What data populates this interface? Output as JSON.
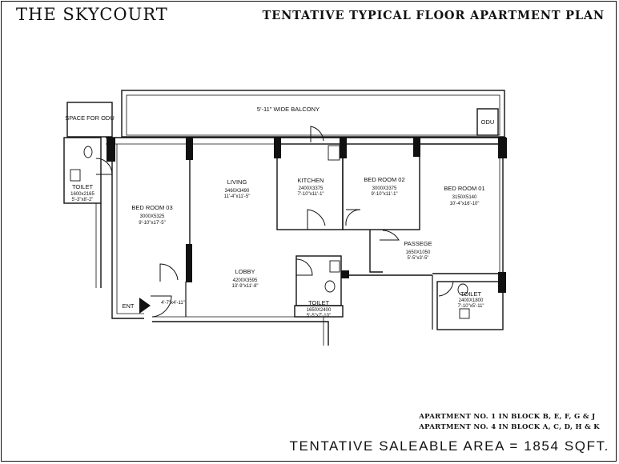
{
  "header": {
    "title": "THE SKYCOURT",
    "subtitle": "TENTATIVE TYPICAL FLOOR APARTMENT PLAN"
  },
  "plan": {
    "balcony": "5'-11\" WIDE BALCONY",
    "odu_left": "SPACE FOR ODU",
    "odu_right": "ODU",
    "entry": "ENT",
    "rooms": {
      "toilet_left": {
        "name": "TOILET",
        "dim_mm": "1600x2165",
        "dim_ft": "5'-3\"x8'-2\""
      },
      "bedroom_03": {
        "name": "BED ROOM 03",
        "dim_mm": "3000X5325",
        "dim_ft": "9'-10\"x17'-5\""
      },
      "living": {
        "name": "LIVING",
        "dim_mm": "3460X3490",
        "dim_ft": "11'-4\"x11'-5\""
      },
      "kitchen": {
        "name": "KITCHEN",
        "dim_mm": "2400X3375",
        "dim_ft": "7'-10\"x11'-1\""
      },
      "bedroom_02": {
        "name": "BED ROOM 02",
        "dim_mm": "3000X3375",
        "dim_ft": "9'-10\"x11'-1\""
      },
      "bedroom_01": {
        "name": "BED ROOM 01",
        "dim_mm": "3150X5140",
        "dim_ft": "10'-4\"x16'-10\""
      },
      "passege": {
        "name": "PASSEGE",
        "dim_mm": "1650X1050",
        "dim_ft": "5'-5\"x3'-5\""
      },
      "lobby": {
        "name": "LOBBY",
        "dim_mm": "4200X3595",
        "dim_ft": "13'-9\"x11'-8\""
      },
      "toilet_center": {
        "name": "TOILET",
        "dim_mm": "1650X2400",
        "dim_ft": "5'-5\"x7'-10\""
      },
      "toilet_right": {
        "name": "TOILET",
        "dim_mm": "2400X1800",
        "dim_ft": "7'-10\"x5'-11\""
      },
      "foyer": {
        "dim_ft": "4'-7\"x4'-11\""
      }
    }
  },
  "notes": {
    "line1": "APARTMENT NO. 1 IN BLOCK B, E, F, G & J",
    "line2": "APARTMENT NO. 4 IN BLOCK A, C, D, H & K",
    "area": "TENTATIVE SALEABLE AREA = 1854 SQFT."
  }
}
